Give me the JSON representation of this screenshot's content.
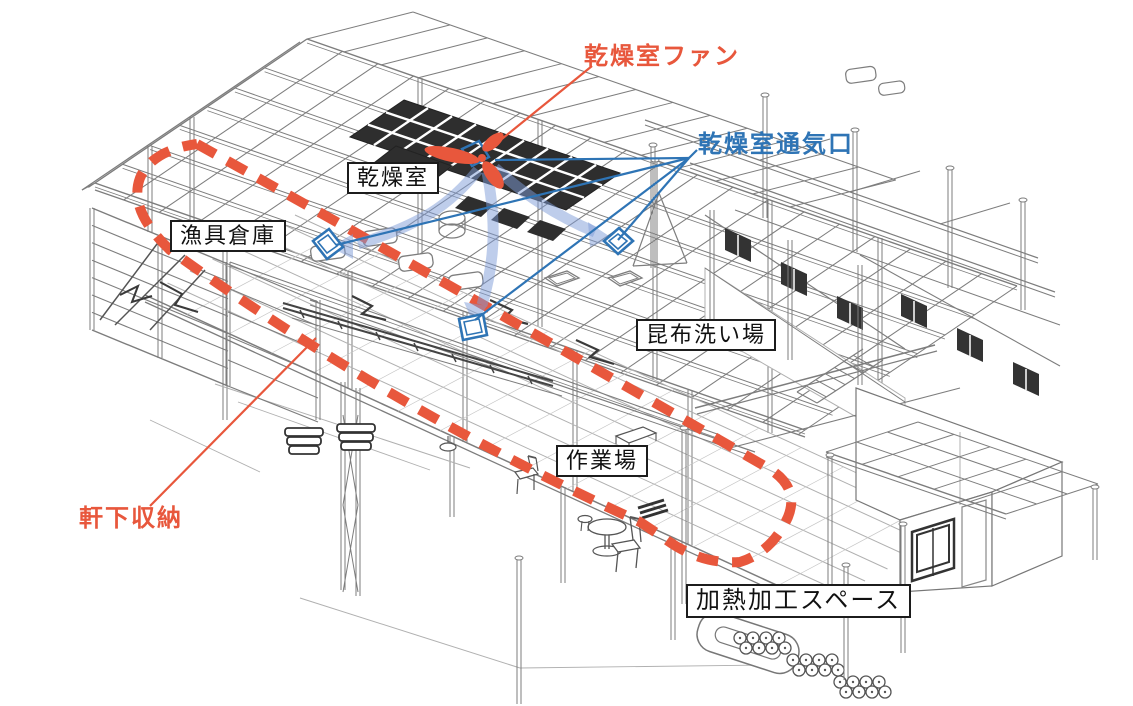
{
  "labels": {
    "drying_room": "乾燥室",
    "fishing_gear_storage": "漁具倉庫",
    "kelp_washing_area": "昆布洗い場",
    "work_area": "作業場",
    "heating_processing_space": "加熱加工スペース",
    "drying_room_fan": "乾燥室ファン",
    "drying_room_vents": "乾燥室通気口",
    "under_eaves_storage": "軒下収納"
  },
  "colors": {
    "annotation_red": "#e8573c",
    "annotation_blue": "#2e74b5",
    "airflow_blue": "rgba(125,155,215,0.5)",
    "line_gray": "#7d7d7d"
  }
}
